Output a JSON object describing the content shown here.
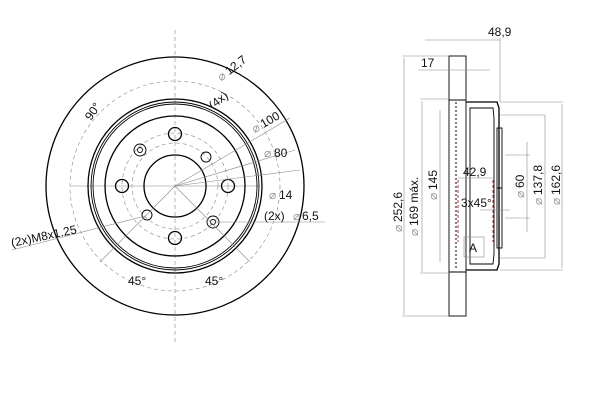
{
  "front_view": {
    "angle_top": "90°",
    "holes_label_prefix": "(4x)",
    "holes_label_dia": "12,7",
    "pcd_100": "100",
    "pcd_80": "80",
    "dia_14": "14",
    "pins_prefix": "(2x)",
    "pins_dia": "6,5",
    "thread_label": "(2x)M8x1.25",
    "angle_left": "45°",
    "angle_right": "45°",
    "diameter_symbol": "⌀"
  },
  "side_view": {
    "overall_height": "48,9",
    "disc_thickness": "17",
    "dia_outer": "252,6",
    "dia_169": "169 máx.",
    "dia_145": "145",
    "depth_42": "42,9",
    "chamfer": "3x45°",
    "section_label": "A",
    "dia_60": "60",
    "dia_137": "137,8",
    "dia_162": "162,6",
    "diameter_symbol": "⌀"
  }
}
